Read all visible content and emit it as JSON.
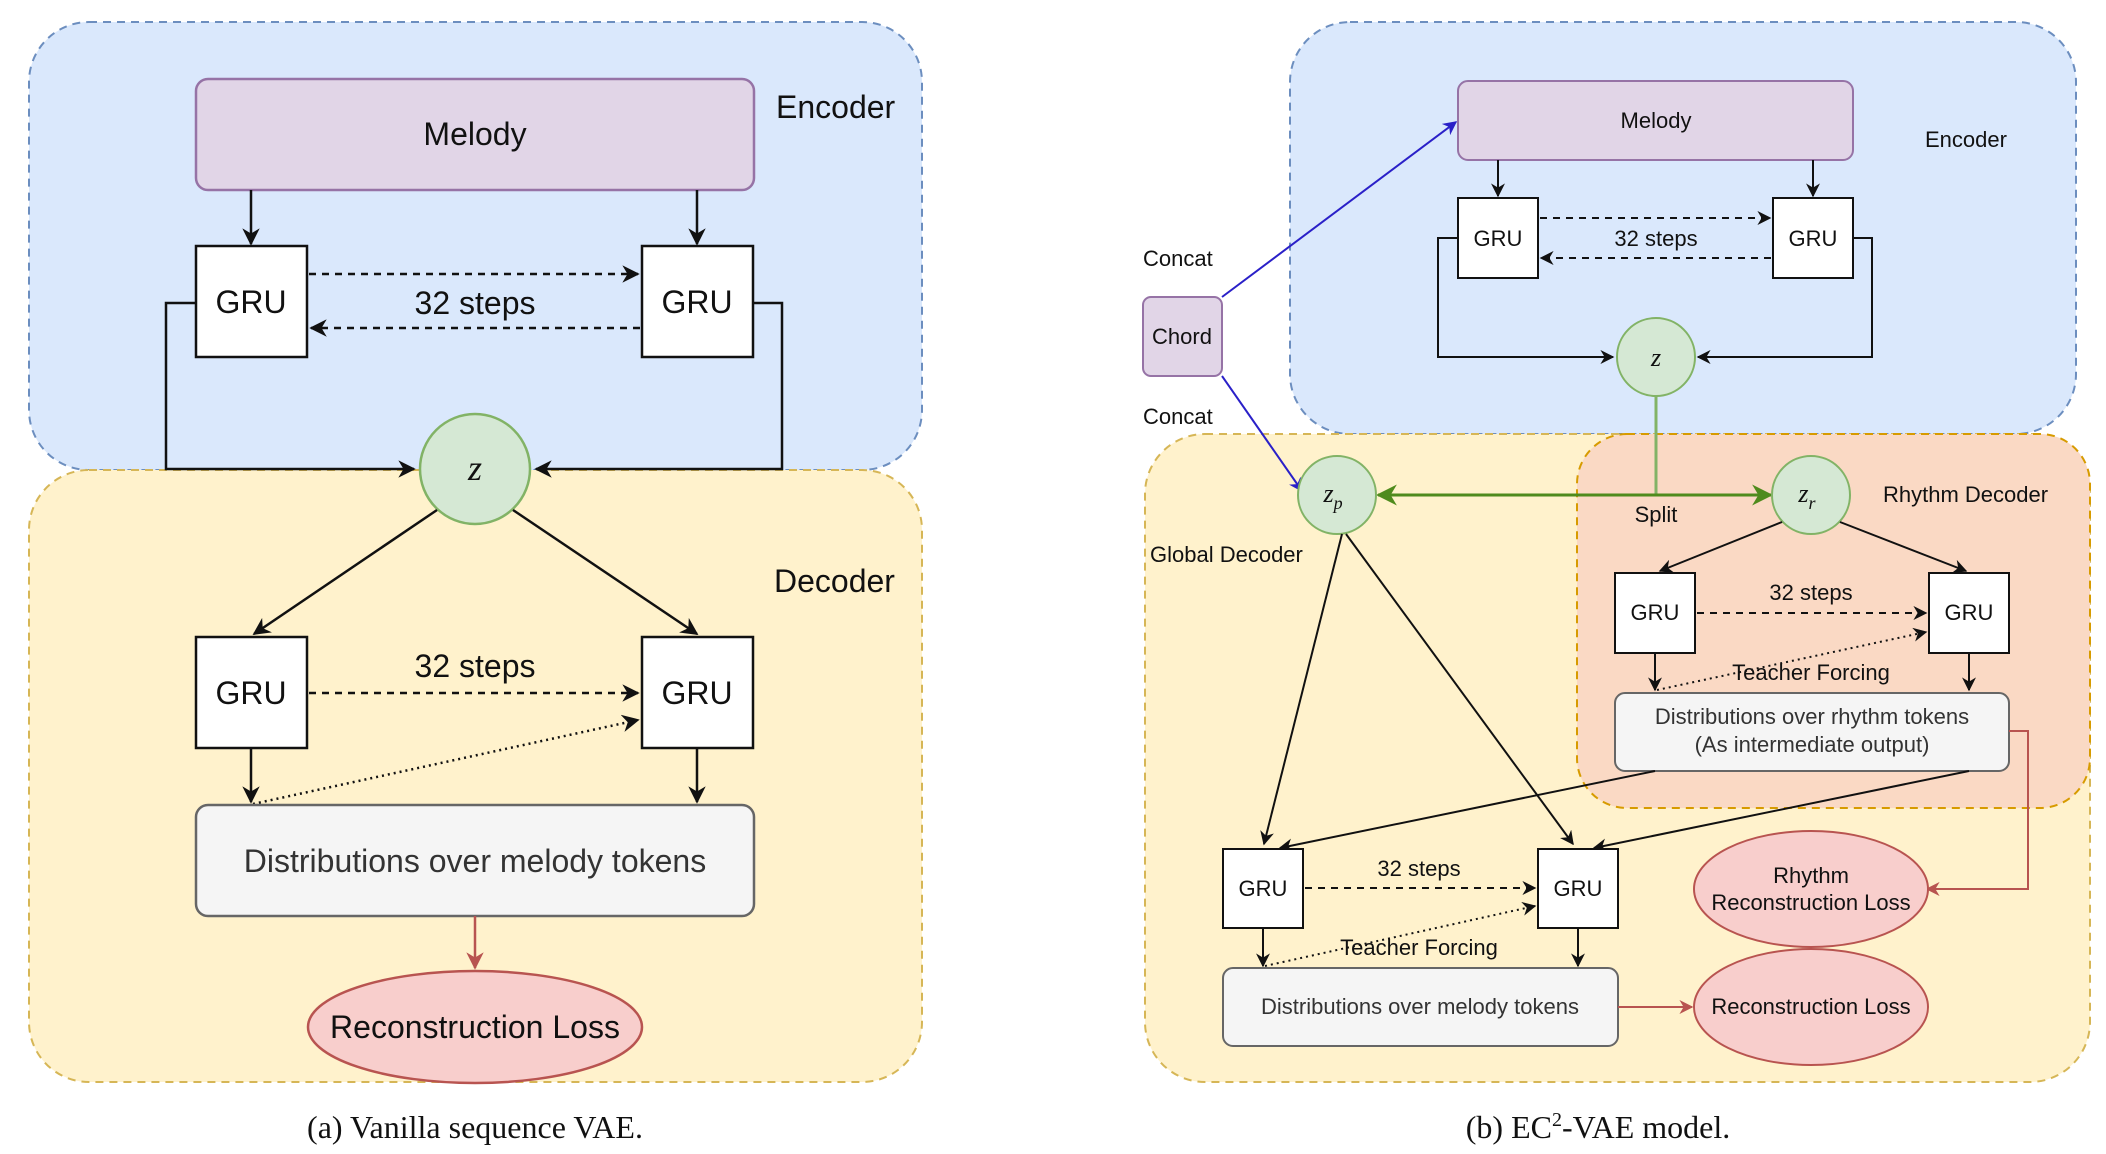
{
  "panel_a": {
    "encoder_label": "Encoder",
    "decoder_label": "Decoder",
    "melody": "Melody",
    "gru": "GRU",
    "steps": "32 steps",
    "latent": "z",
    "distributions": "Distributions over melody tokens",
    "loss": "Reconstruction Loss",
    "caption": "(a) Vanilla sequence VAE."
  },
  "panel_b": {
    "encoder_label": "Encoder",
    "melody": "Melody",
    "gru": "GRU",
    "steps": "32 steps",
    "latent": "z",
    "concat": "Concat",
    "chord": "Chord",
    "zp_base": "z",
    "zp_sub": "p",
    "zr_base": "z",
    "zr_sub": "r",
    "split": "Split",
    "global_decoder": "Global Decoder",
    "rhythm_decoder": "Rhythm Decoder",
    "teacher_forcing": "Teacher Forcing",
    "rhythm_dist_line1": "Distributions over rhythm tokens",
    "rhythm_dist_line2": "(As intermediate output)",
    "melody_dist": "Distributions over melody tokens",
    "rhythm_loss_line1": "Rhythm",
    "rhythm_loss_line2": "Reconstruction Loss",
    "recon_loss": "Reconstruction Loss",
    "caption_prefix": "(b) EC",
    "caption_sup": "2",
    "caption_suffix": "-VAE model."
  },
  "colors": {
    "encoder_fill": "#dae8fc",
    "encoder_stroke": "#6c8ebf",
    "decoder_fill": "#fff2cc",
    "decoder_stroke": "#d6b656",
    "rhythm_fill": "#fad9c4",
    "rhythm_stroke": "#d79b00",
    "melody_fill": "#e1d5e7",
    "melody_stroke": "#9673a6",
    "latent_fill": "#d5e8d4",
    "latent_stroke": "#82b366",
    "dist_fill": "#f5f5f5",
    "dist_stroke": "#666666",
    "loss_fill": "#f8cecc",
    "loss_stroke": "#b85450"
  }
}
